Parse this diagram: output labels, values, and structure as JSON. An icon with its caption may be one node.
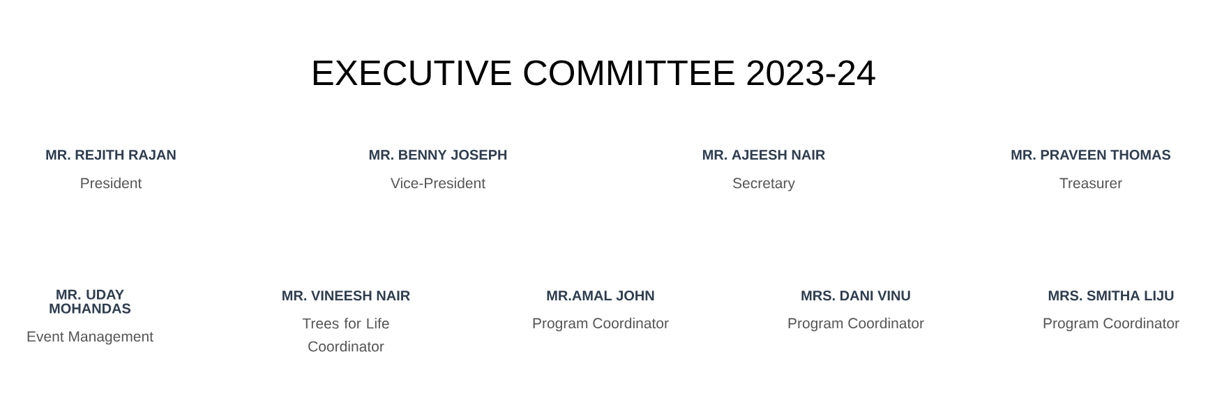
{
  "diagram": {
    "title": "EXECUTIVE COMMITTEE 2023-24",
    "labels": [
      "MR. REJITH RAJAN",
      "President",
      "MR. BENNY JOSEPH",
      "Vice-President",
      "MR. AJEESH NAIR",
      "Secretary",
      "MR. PRAVEEN THOMAS",
      "Treasurer",
      "MR. UDAY MOHANDAS",
      "Event Management",
      "MR. VINEESH NAIR",
      "Trees for Life Coordinator",
      "MR.AMAL JOHN",
      "Program Coordinator",
      "MRS. DANI VINU",
      "Program Coordinator",
      "MRS. SMITHA LIJU",
      "Program Coordinator"
    ]
  }
}
